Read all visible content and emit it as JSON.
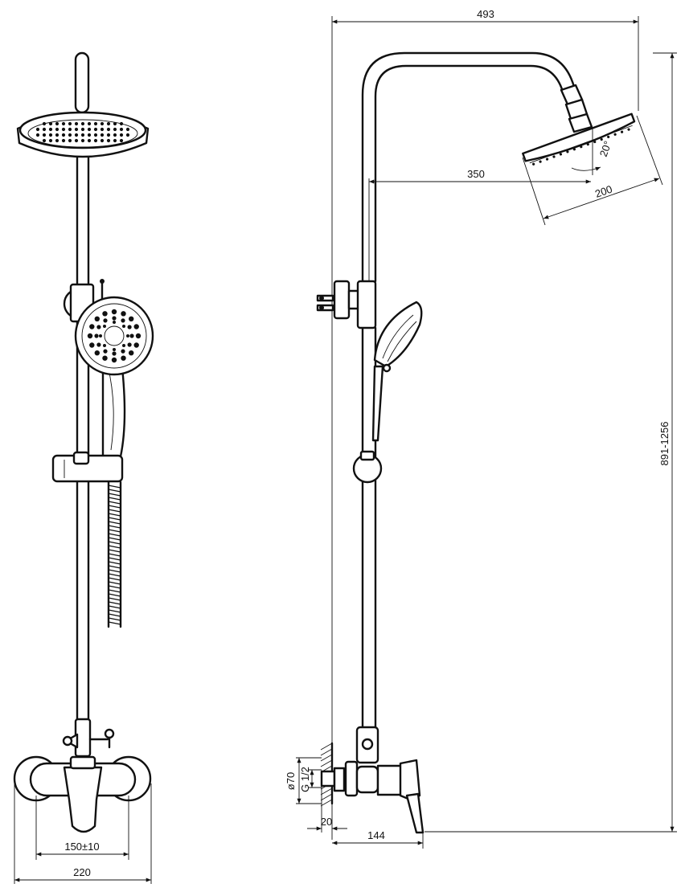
{
  "dimensions": {
    "top_width": "493",
    "arm_reach": "350",
    "head_size": "200",
    "head_angle": "20°",
    "height_range": "891-1256",
    "flange_diameter": "ø70",
    "thread": "G 1/2",
    "wall_gap": "20",
    "mixer_depth": "144",
    "inlet_spacing": "150±10",
    "mixer_width": "220"
  },
  "colors": {
    "line": "#111111",
    "background": "#ffffff"
  }
}
